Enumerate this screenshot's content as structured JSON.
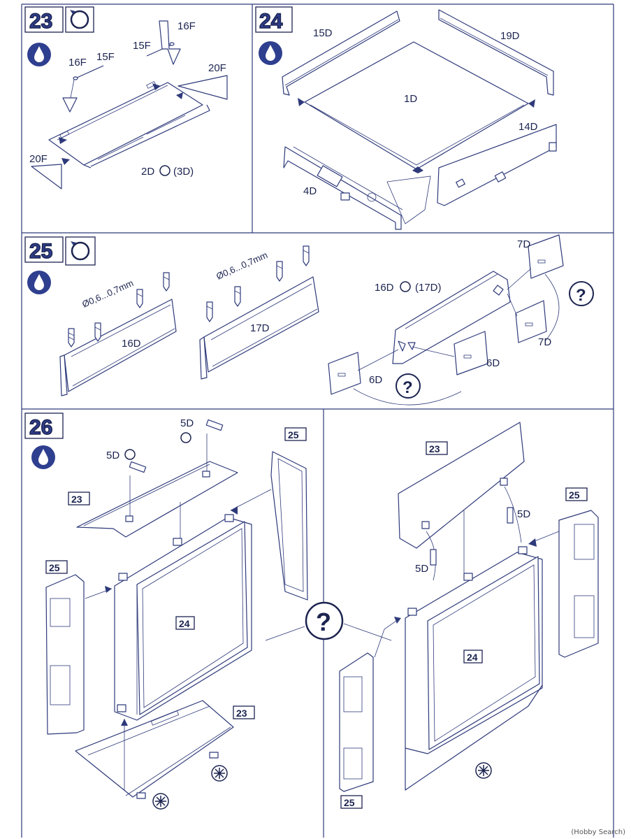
{
  "colors": {
    "ink": "#2f3f8f",
    "line": "#2e3a7a",
    "paper": "#ffffff"
  },
  "steps": [
    {
      "number": "23",
      "parts": [
        "16F",
        "15F",
        "15F",
        "16F",
        "20F",
        "20F"
      ],
      "note": "2D",
      "note_alt": "(3D)",
      "icons": [
        "rotate-icon",
        "glue-drop-icon"
      ]
    },
    {
      "number": "24",
      "parts": [
        "15D",
        "19D",
        "1D",
        "14D",
        "4D"
      ],
      "icons": [
        "glue-drop-icon"
      ]
    },
    {
      "number": "25",
      "drill_left": "Ø0,6...0,7mm",
      "drill_right": "Ø0,6...0,7mm",
      "part_a": "16D",
      "part_b": "17D",
      "note": "16D",
      "note_alt": "(17D)",
      "parts": [
        "7D",
        "7D",
        "6D",
        "6D"
      ],
      "icons": [
        "rotate-icon",
        "glue-drop-icon",
        "question-icon"
      ]
    },
    {
      "number": "26",
      "labels": [
        "5D",
        "5D",
        "23",
        "25",
        "25",
        "24",
        "23",
        "23",
        "5D",
        "5D",
        "25",
        "24",
        "25"
      ],
      "icons": [
        "glue-drop-icon",
        "question-icon",
        "asterisk-icon"
      ]
    }
  ],
  "watermark": "(Hobby Search)"
}
